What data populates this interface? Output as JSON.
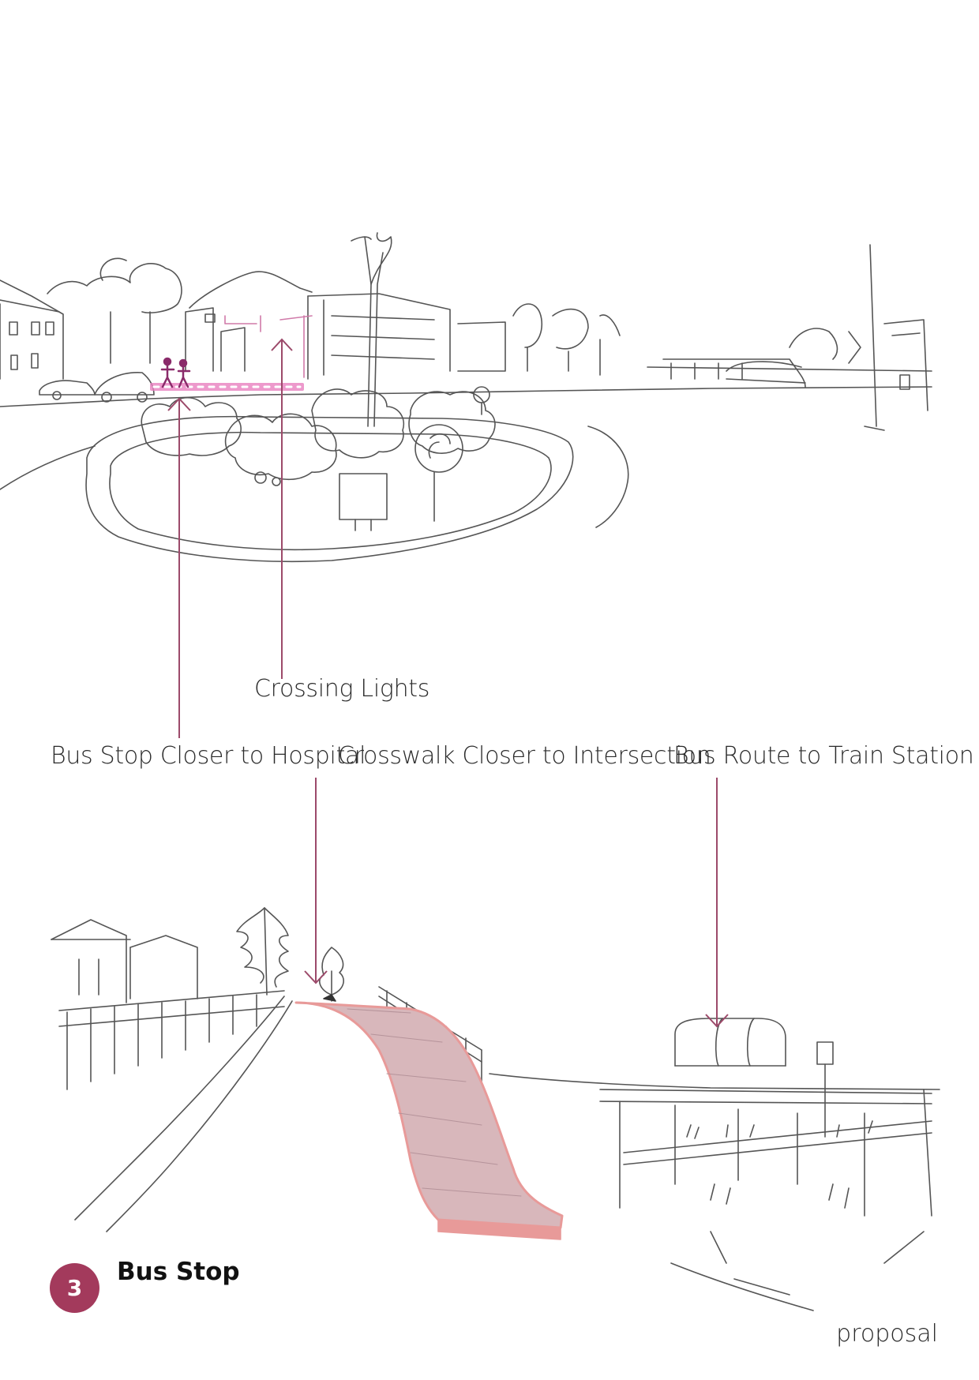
{
  "annotations": {
    "crossing_lights": "Crossing Lights",
    "bus_stop_closer": "Bus Stop Closer to Hospital",
    "crosswalk_closer": "Crosswalk Closer to Intersection",
    "bus_route": "Bus Route to Train Station"
  },
  "section": {
    "number": "3",
    "title": "Bus Stop"
  },
  "caption": "proposal",
  "colors": {
    "accent": "#a33a5c",
    "arrow": "#9c4a6a",
    "highlight_pink": "#e87fbf",
    "path_pink": "#e8a0a6",
    "sketch_line": "#555555"
  }
}
